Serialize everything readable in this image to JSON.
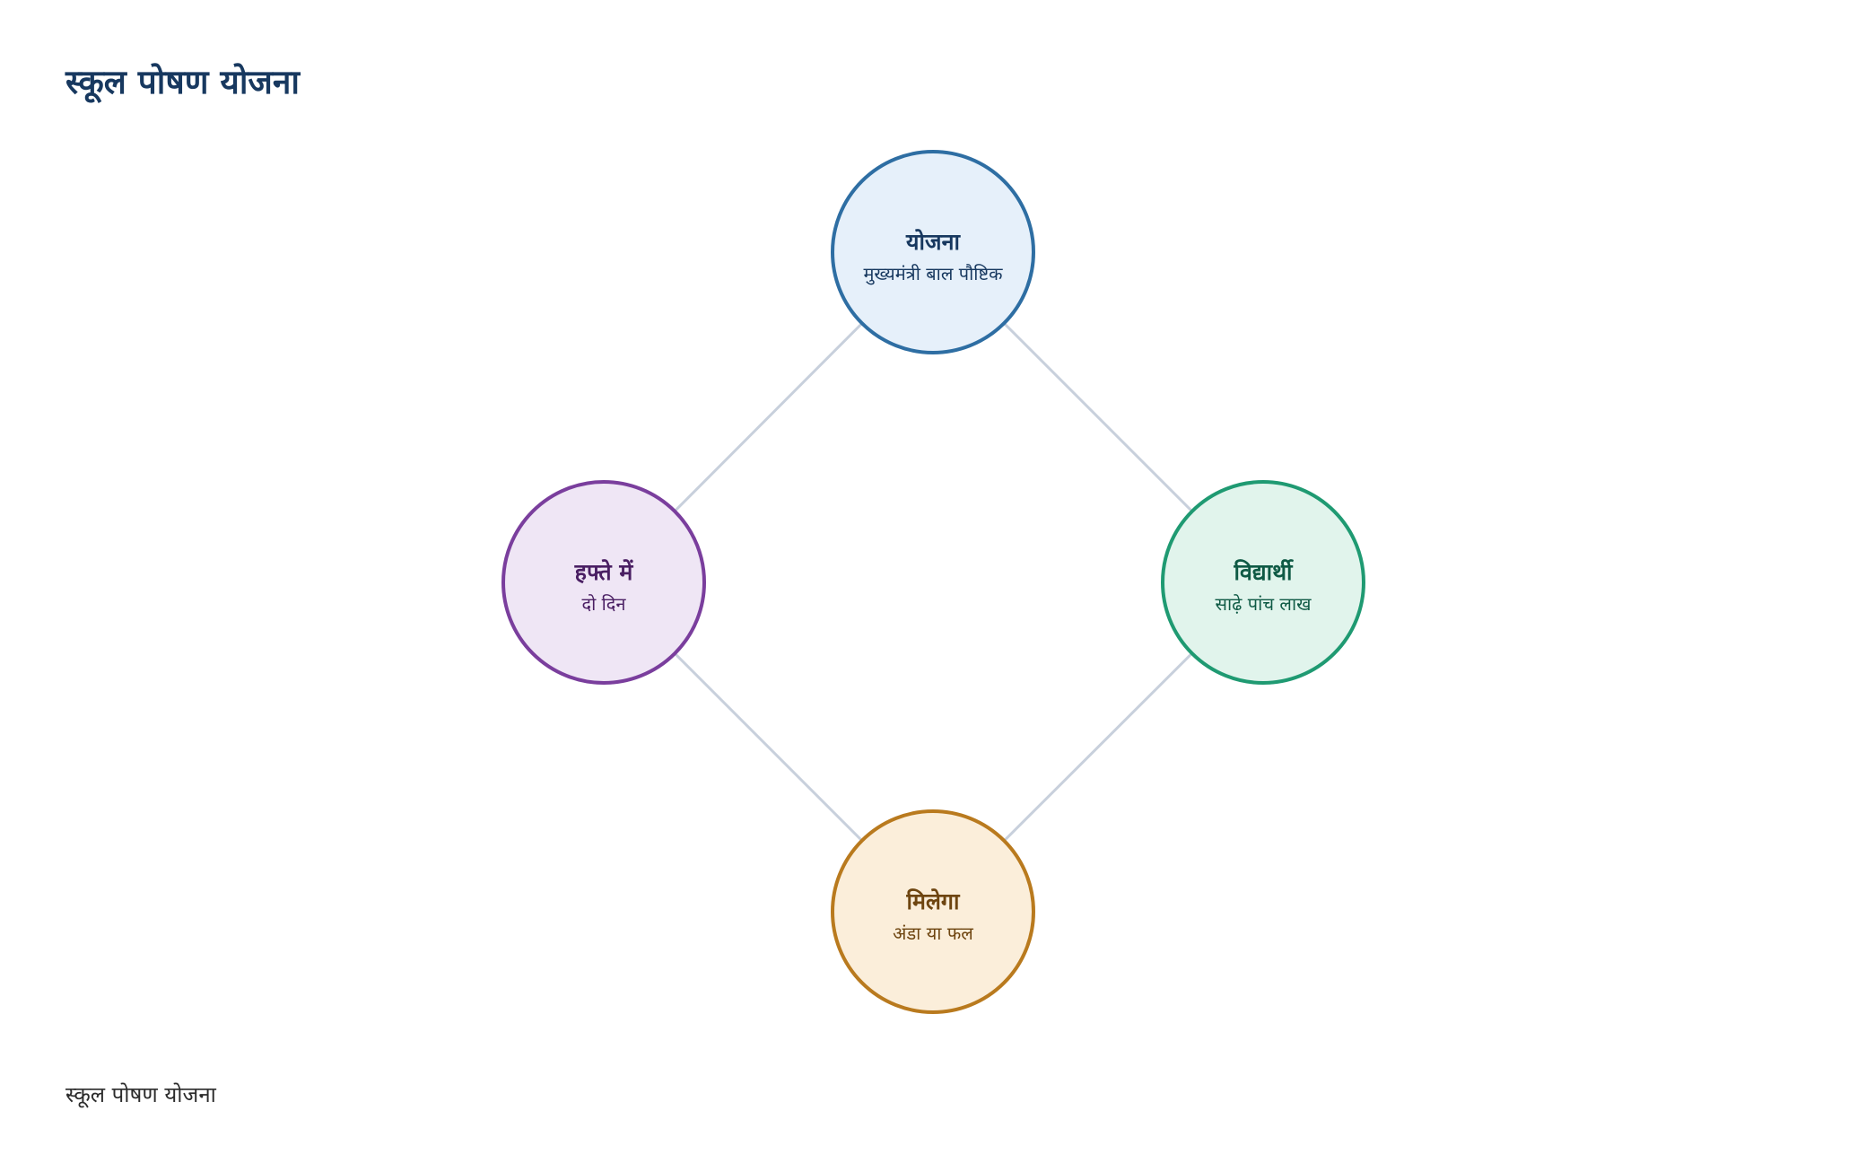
{
  "title": "स्कूल पोषण योजना",
  "footer": "स्कूल पोषण योजना",
  "colors": {
    "edge": "#c8d0dc",
    "title": "#17385f"
  },
  "nodes": [
    {
      "id": "top",
      "label": "योजना",
      "sub": "मुख्यमंत्री बाल पौष्टिक",
      "stroke": "#2e6ea3",
      "fill": "#e6f0fa",
      "text": "#17385f"
    },
    {
      "id": "right",
      "label": "विद्यार्थी",
      "sub": "साढ़े पांच लाख",
      "stroke": "#1f9a72",
      "fill": "#e1f4ec",
      "text": "#0f5a45"
    },
    {
      "id": "bottom",
      "label": "मिलेगा",
      "sub": "अंडा या फल",
      "stroke": "#b97a1e",
      "fill": "#fbeeda",
      "text": "#6e4510"
    },
    {
      "id": "left",
      "label": "हफ्ते में",
      "sub": "दो दिन",
      "stroke": "#7a3e9d",
      "fill": "#efe6f5",
      "text": "#4a1f63"
    }
  ],
  "edges": [
    [
      "top",
      "right"
    ],
    [
      "right",
      "bottom"
    ],
    [
      "bottom",
      "left"
    ],
    [
      "left",
      "top"
    ]
  ]
}
